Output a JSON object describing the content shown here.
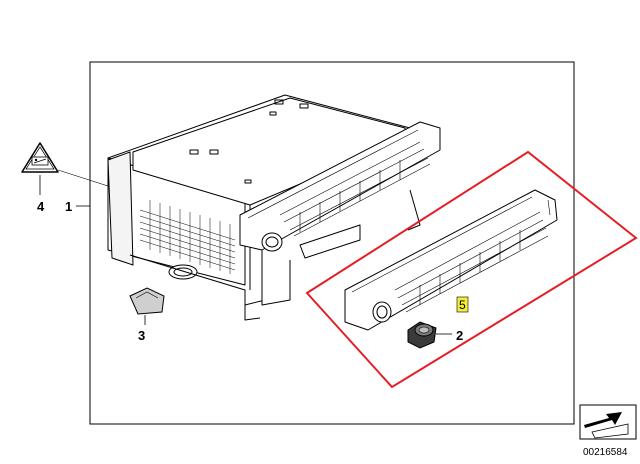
{
  "diagram": {
    "callouts": [
      {
        "id": "1",
        "label": "1"
      },
      {
        "id": "2",
        "label": "2"
      },
      {
        "id": "3",
        "label": "3"
      },
      {
        "id": "4",
        "label": "4"
      },
      {
        "id": "5",
        "label": "5",
        "highlighted": true
      }
    ],
    "doc_number": "00216584",
    "colors": {
      "highlight_box": "#e41e26",
      "callout_5_fill": "#f4ee3a",
      "line": "#000000"
    },
    "icons": [
      "warning-triangle-icon",
      "exploded-view-arrow-icon"
    ]
  }
}
